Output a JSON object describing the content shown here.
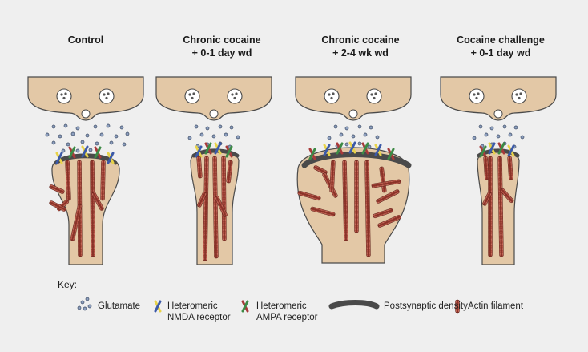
{
  "panels": [
    {
      "id": "control",
      "title_line1": "",
      "title_line2": "Control"
    },
    {
      "id": "chronic-0-1",
      "title_line1": "Chronic cocaine",
      "title_line2": "+ 0-1 day wd"
    },
    {
      "id": "chronic-2-4",
      "title_line1": "Chronic cocaine",
      "title_line2": "+ 2-4 wk wd"
    },
    {
      "id": "challenge-0-1",
      "title_line1": "Cocaine challenge",
      "title_line2": "+ 0-1 day wd"
    }
  ],
  "key": {
    "title": "Key:",
    "glutamate": "Glutamate",
    "nmda_line1": "Heteromeric",
    "nmda_line2": "NMDA receptor",
    "ampa_line1": "Heteromeric",
    "ampa_line2": "AMPA receptor",
    "psd": "Postsynaptic density",
    "actin": "Actin filament"
  },
  "colors": {
    "background": "#efefef",
    "membrane": "#e3c8a6",
    "outline": "#4a4a4a",
    "glutamate": "#8ea0bf",
    "psd": "#4a4a4a",
    "actin": "#a04a3c",
    "nmda_top": "#e8d34a",
    "nmda_bottom": "#3c5aa8",
    "ampa_top": "#a83a3a",
    "ampa_bottom": "#3d8a45"
  }
}
